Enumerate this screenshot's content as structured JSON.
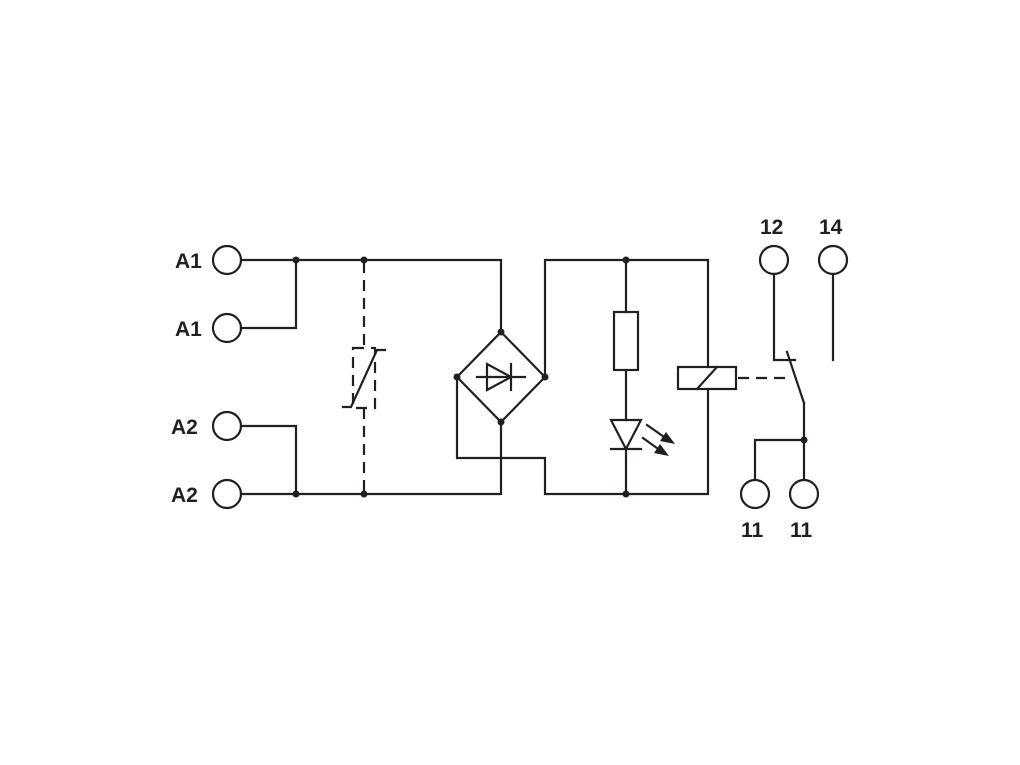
{
  "diagram": {
    "terminals": {
      "a1_top": "A1",
      "a1_bottom": "A1",
      "a2_top": "A2",
      "a2_bottom": "A2",
      "t12": "12",
      "t14": "14",
      "t11_left": "11",
      "t11_right": "11"
    },
    "components": [
      "varistor",
      "bridge-rectifier",
      "resistor",
      "led",
      "relay-coil",
      "changeover-contact"
    ],
    "colors": {
      "line": "#231f20",
      "background": "#ffffff"
    }
  }
}
